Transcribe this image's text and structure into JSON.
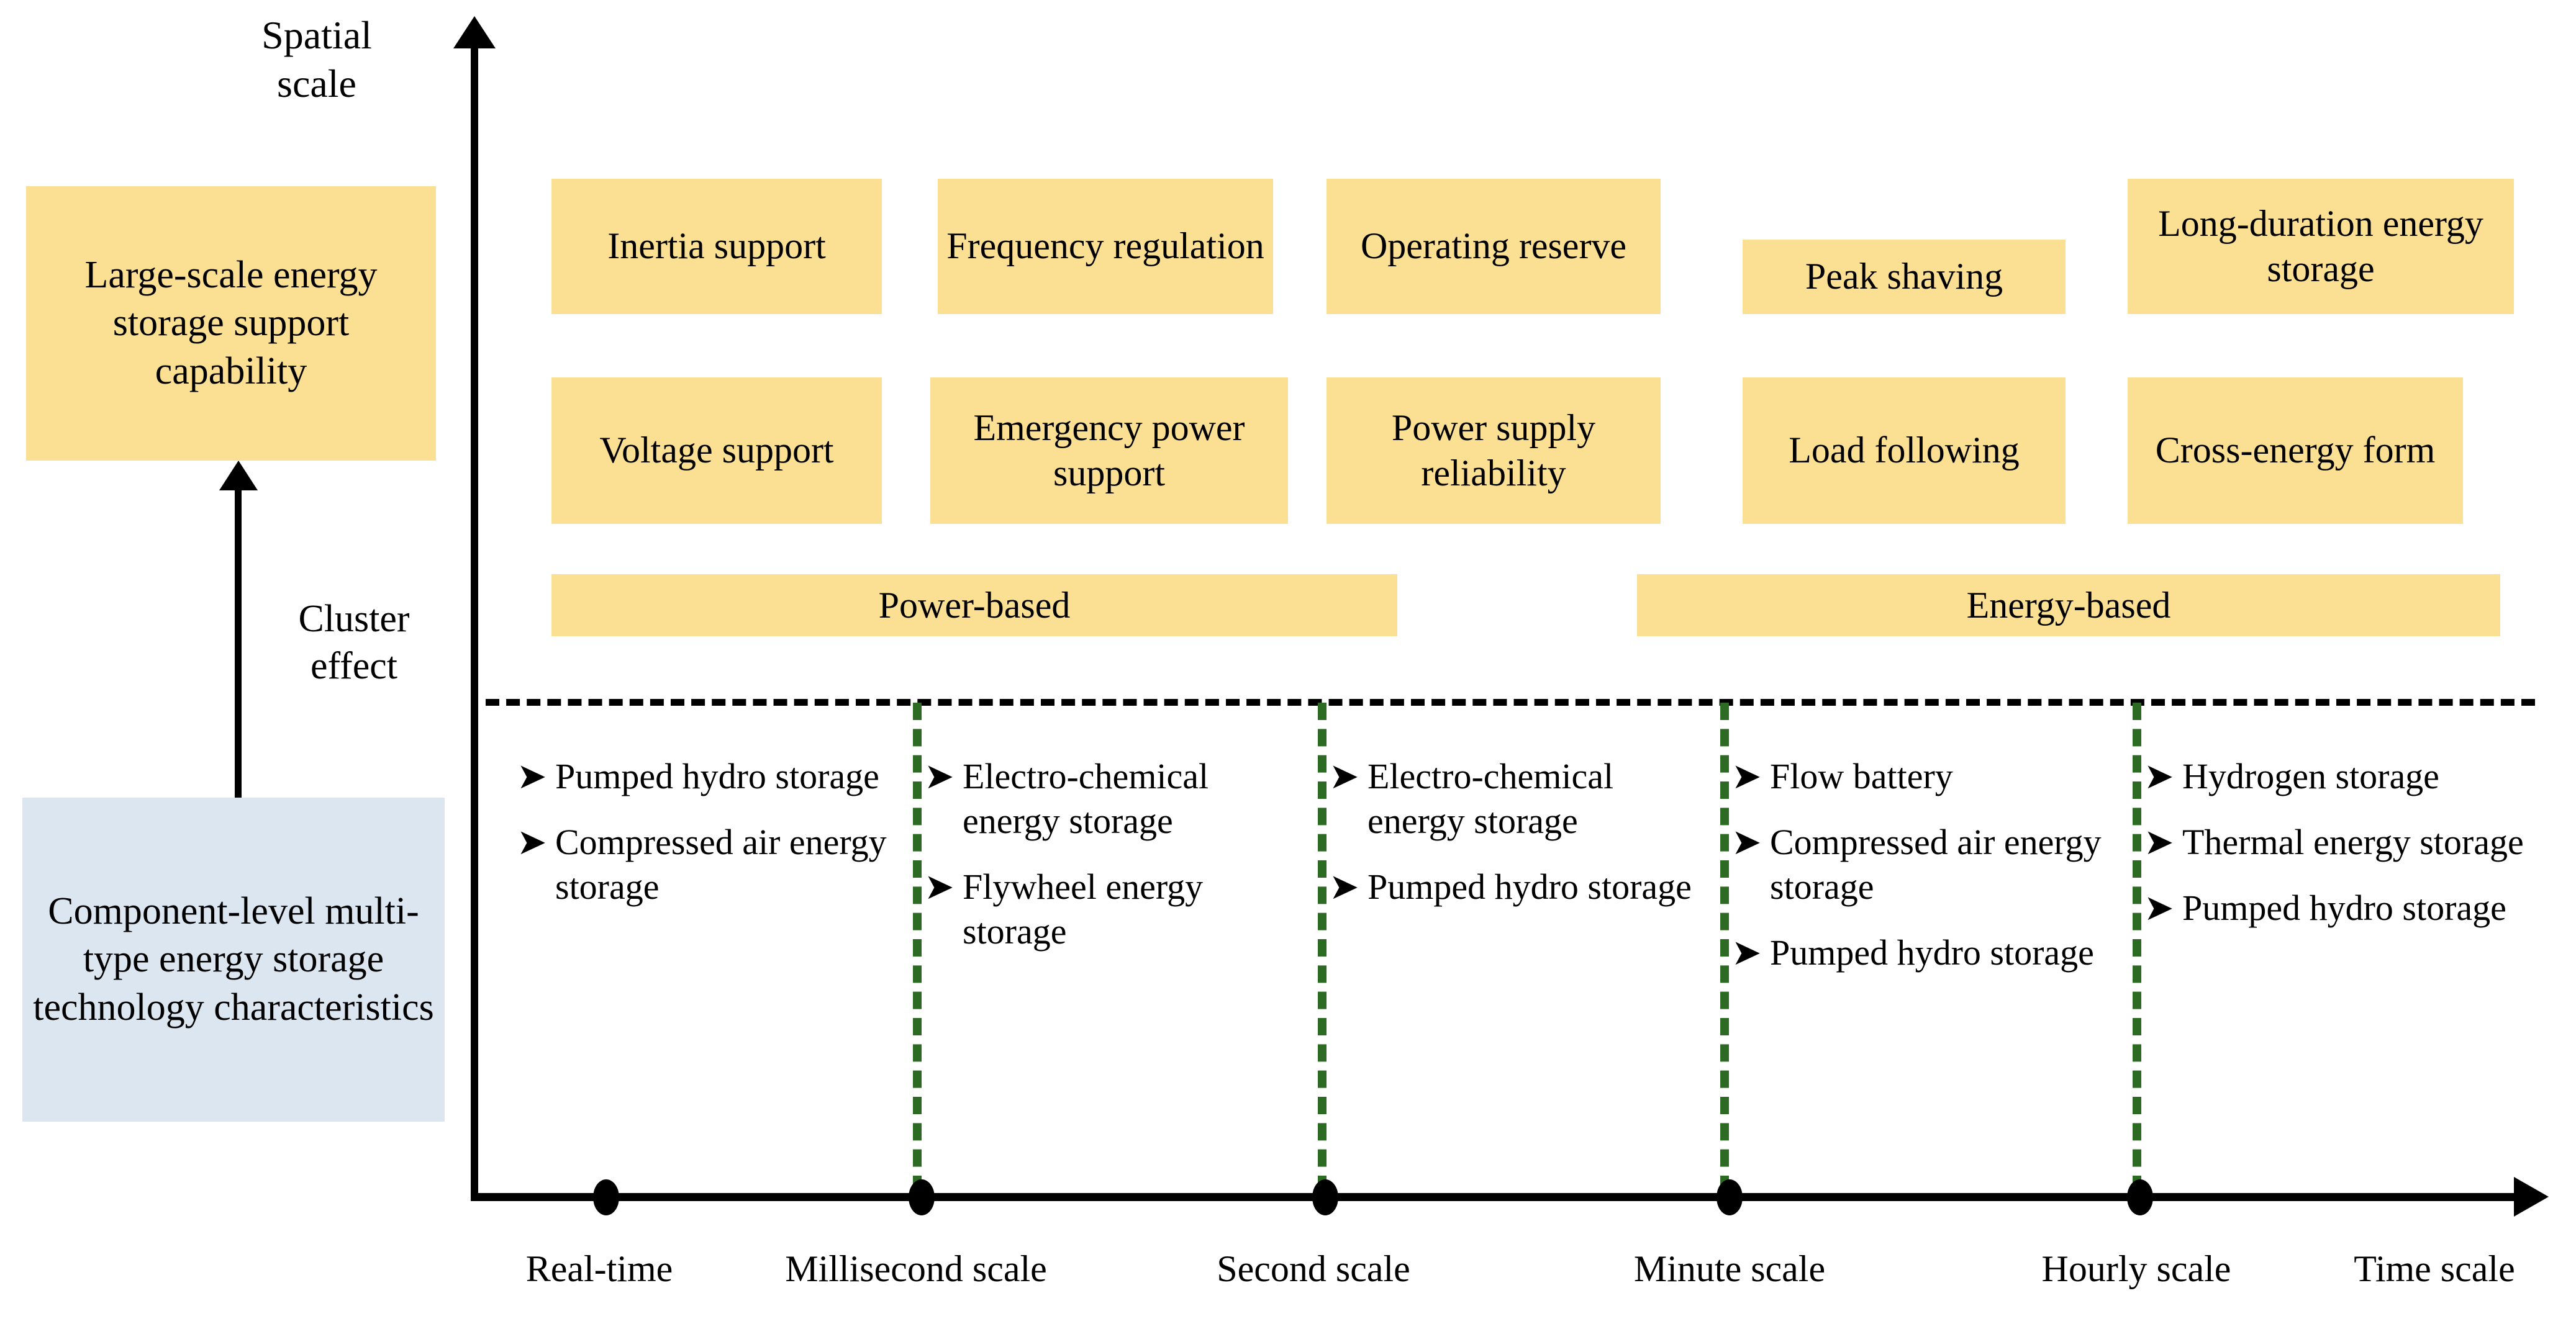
{
  "axes": {
    "y_label": "Spatial\nscale",
    "y_label_line1": "Spatial",
    "y_label_line2": "scale",
    "x_label": "Time scale"
  },
  "left_column": {
    "top_box": {
      "text": "Large-scale energy storage support capability",
      "color": "#fbe094"
    },
    "arrow_label": "Cluster effect",
    "bottom_box": {
      "text": "Component-level multi-type energy storage technology characteristics",
      "color": "#dce6f1"
    }
  },
  "service_rows": {
    "row1": [
      {
        "label": "Inertia support"
      },
      {
        "label": "Frequency regulation"
      },
      {
        "label": "Operating reserve"
      },
      {
        "label": "Peak shaving"
      },
      {
        "label": "Long-duration energy storage"
      }
    ],
    "row2": [
      {
        "label": "Voltage support"
      },
      {
        "label": "Emergency power support"
      },
      {
        "label": "Power supply reliability"
      },
      {
        "label": "Load following"
      },
      {
        "label": "Cross-energy form"
      }
    ]
  },
  "category_bars": [
    {
      "label": "Power-based"
    },
    {
      "label": "Energy-based"
    }
  ],
  "bullet_glyph": "➤",
  "technology_columns": [
    {
      "name": "real-time",
      "items": [
        "Pumped hydro storage",
        "Compressed air energy storage"
      ]
    },
    {
      "name": "millisecond",
      "items": [
        "Electro-chemical energy storage",
        "Flywheel energy storage"
      ]
    },
    {
      "name": "second",
      "items": [
        "Electro-chemical energy storage",
        "Pumped hydro storage"
      ]
    },
    {
      "name": "minute",
      "items": [
        "Flow battery",
        "Compressed air energy storage",
        "Pumped hydro storage"
      ]
    },
    {
      "name": "hourly",
      "items": [
        "Hydrogen storage",
        "Thermal energy storage",
        "Pumped hydro storage"
      ]
    }
  ],
  "time_ticks": [
    {
      "label": "Real-time"
    },
    {
      "label": "Millisecond scale"
    },
    {
      "label": "Second scale"
    },
    {
      "label": "Minute scale"
    },
    {
      "label": "Hourly scale"
    },
    {
      "label": "Time scale"
    }
  ],
  "colors": {
    "box_yellow": "#fbe094",
    "box_blue": "#dce6f1",
    "divider_green": "#2d6a24",
    "line_black": "#000000"
  }
}
